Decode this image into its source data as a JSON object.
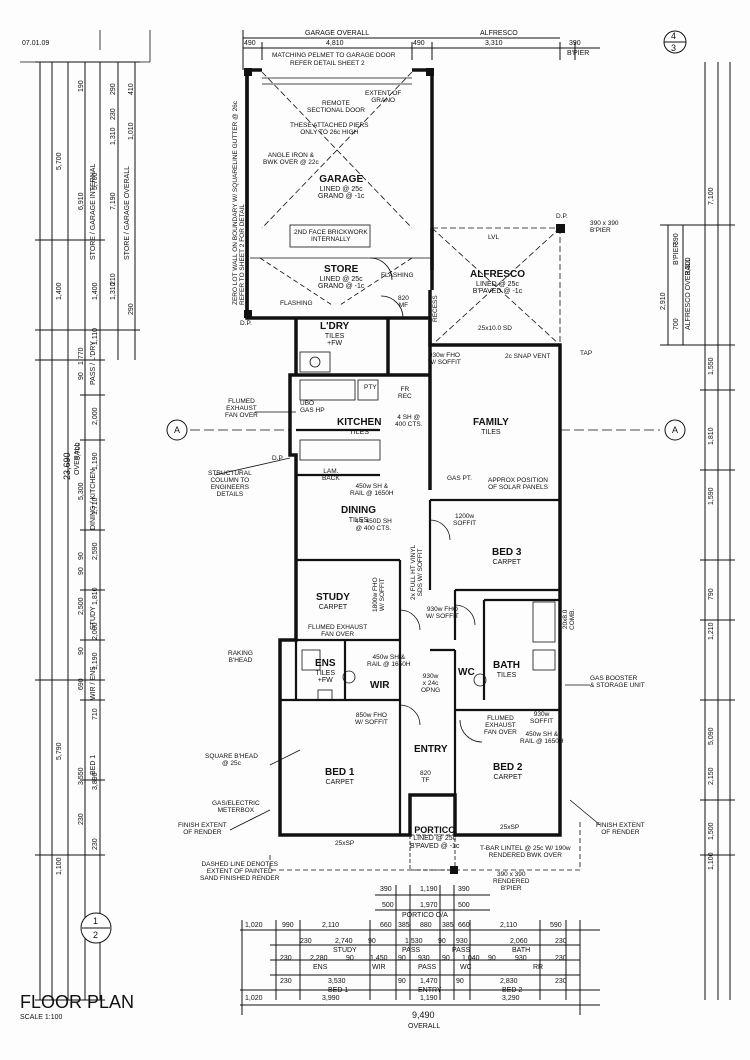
{
  "header": {
    "date": "07.01.09",
    "sheet_top": "4",
    "sheet_bottom": "3"
  },
  "section_marker": "A",
  "north_marker": {
    "top": "1",
    "bottom": "2"
  },
  "footer": {
    "title": "FLOOR PLAN",
    "scale": "SCALE 1:100"
  },
  "rooms": {
    "garage": {
      "name": "GARAGE",
      "lines": [
        "LINED @ 25c",
        "GRANO @ -1c"
      ]
    },
    "store": {
      "name": "STORE",
      "lines": [
        "LINED @ 25c",
        "GRANO @ -1c"
      ]
    },
    "alfresco": {
      "name": "ALFRESCO",
      "lines": [
        "LINED @ 25c",
        "B'PAVED @ -1c"
      ]
    },
    "laundry": {
      "name": "L'DRY",
      "lines": [
        "TILES",
        "+FW"
      ]
    },
    "kitchen": {
      "name": "KITCHEN",
      "lines": [
        "TILES"
      ]
    },
    "family": {
      "name": "FAMILY",
      "lines": [
        "TILES"
      ]
    },
    "dining": {
      "name": "DINING",
      "lines": [
        "TILES"
      ]
    },
    "bed3": {
      "name": "BED 3",
      "lines": [
        "CARPET"
      ]
    },
    "study": {
      "name": "STUDY",
      "lines": [
        "CARPET"
      ]
    },
    "ens": {
      "name": "ENS",
      "lines": [
        "TILES",
        "+FW"
      ]
    },
    "wir": {
      "name": "WIR",
      "lines": []
    },
    "wc": {
      "name": "WC",
      "lines": [
        "TILES"
      ]
    },
    "bath": {
      "name": "BATH",
      "lines": [
        "TILES"
      ]
    },
    "bed1": {
      "name": "BED 1",
      "lines": [
        "CARPET"
      ]
    },
    "entry": {
      "name": "ENTRY",
      "lines": []
    },
    "bed2": {
      "name": "BED 2",
      "lines": [
        "CARPET"
      ]
    },
    "portico": {
      "name": "PORTICO",
      "lines": [
        "LINED @ 25c",
        "B'PAVED @ -1c"
      ]
    }
  },
  "notes": {
    "matching_pelmet": "MATCHING PELMET TO GARAGE DOOR",
    "refer_detail": "REFER DETAIL SHEET 2",
    "remote_door": "REMOTE\nSECTIONAL DOOR",
    "attached_piers": "THESE ATTACHED PIERS\nONLY TO 26c HIGH",
    "extent_grano": "EXTENT OF\nGRANO",
    "angle_iron": "ANGLE IRON &\nBWK OVER @ 22c",
    "brickwork": "2ND FACE BRICKWORK\nINTERNALLY",
    "zero_lot": "ZERO LOT WALL ON BOUNDARY W/ SQUARELINE GUTTER @ 26c\nREFER TO SHEET 2 FOR DETAIL",
    "flashing": "FLASHING",
    "recess": "RECESS",
    "bpier_390": "390 x 390\nB'PIER",
    "alf_size": "25x10.0 SD",
    "snap_vent": "2c SNAP VENT",
    "tap": "TAP",
    "flumed_left": "FLUMED\nEXHAUST\nFAN OVER",
    "ubo": "UBO\nGAS HP",
    "pty": "PTY",
    "fr_rec": "FR\nREC",
    "sh_400": "4 SH @\n400 CTS.",
    "fho_930_top": "930w FHO\nW/ SOFFIT",
    "lam_back": "LAM.\nBACK",
    "structural_col": "STRUCTURAL\nCOLUMN TO\nENGINEERS\nDETAILS",
    "gas_pt": "GAS PT.",
    "solar": "APPROX POSITION\nOF SOLAR PANELS",
    "sh_450": "450w SH &\nRAIL @ 1650H",
    "sh_4x450": "4 x 450D SH\n@ 400 CTS.",
    "soffit_1200": "1200w\nSOFFIT",
    "vinyl": "2x FULL HT VINYL\nSDS W/ SOFFIT",
    "fho_1800": "1800w FHO\nW/ SOFFIT",
    "flumed_study": "FLUMED EXHAUST\nFAN OVER",
    "fho_930_mid": "930w FHO\nW/ SOFFIT",
    "raking": "RAKING\nB'HEAD",
    "sh_450_ens": "450w SH &\nRAIL @ 1650H",
    "fho_850": "850w FHO\nW/ SOFFIT",
    "opng_930": "930w\nx 24c\nOPNG",
    "flumed_bath": "FLUMED\nEXHAUST\nFAN OVER",
    "sh_450_bed2": "450w SH &\nRAIL @ 1650H",
    "soffit_930": "930w\nSOFFIT",
    "gas_booster": "GAS BOOSTER\n& STORAGE UNIT",
    "square_bhead": "SQUARE B'HEAD\n@ 25c",
    "meterbox": "GAS/ELECTRIC\nMETERBOX",
    "finish_left": "FINISH EXTENT\nOF RENDER",
    "finish_right": "FINISH EXTENT\nOF RENDER",
    "dashed": "DASHED LINE DENOTES\nEXTENT OF PAINTED\nSAND FINISHED RENDER",
    "tbar": "T-BAR LINTEL @ 25c W/ 190w\nRENDERED BWK OVER",
    "rendered_pier": "390 x 390\nRENDERED\nB'PIER",
    "comb": "20x8.0\nCOMB.",
    "lvl": "LVL",
    "dp": "D.P.",
    "mf": "820\nMF",
    "tf": "820\nTF",
    "sp_25": "25xSP",
    "sp_25_2": "25xSP"
  },
  "dimensions_top": {
    "garage_overall": "GARAGE OVERALL",
    "alfresco_label": "ALFRESCO",
    "d490a": "490",
    "d4810": "4,810",
    "d490b": "490",
    "d3310": "3,310",
    "d390": "390",
    "bpier": "B'PIER"
  },
  "dimensions_bottom": {
    "row1": [
      "390",
      "1,190",
      "390"
    ],
    "row2": [
      "500",
      "1,970",
      "500"
    ],
    "portico_oa": "PORTICO O/A",
    "row3": [
      "1,020",
      "990",
      "2,110",
      "660",
      "385",
      "880",
      "385",
      "660",
      "2,110",
      "590"
    ],
    "row4": [
      "230",
      "2,740",
      "90",
      "1,530",
      "90",
      "930",
      "2,060",
      "230"
    ],
    "row4_labels": [
      "STUDY",
      "PASS",
      "PASS",
      "BATH"
    ],
    "row5": [
      "230",
      "2,280",
      "90",
      "1,450",
      "90",
      "930",
      "90",
      "1,040",
      "90",
      "930",
      "230"
    ],
    "row5_labels": [
      "ENS",
      "WIR",
      "PASS",
      "WC",
      "RR"
    ],
    "row6": [
      "230",
      "3,530",
      "90",
      "1,470",
      "90",
      "2,830",
      "230"
    ],
    "row6_labels": [
      "BED 1",
      "ENTRY",
      "BED 2"
    ],
    "row7": [
      "1,020",
      "3,990",
      "1,190",
      "3,290"
    ],
    "overall": "9,490",
    "overall_label": "OVERALL"
  },
  "dimensions_left": {
    "overall": "23,690",
    "overall_label": "OVERALL",
    "d5700": "5,700",
    "d1400": "1,400",
    "d9700": "9,700",
    "d5790": "5,790",
    "d1100": "1,100",
    "store_garage_internal": "STORE / GARAGE INTERNAL",
    "store_garage_overall": "STORE / GARAGE OVERALL",
    "dining_kitchen": "DINING / KITCHEN",
    "pass_ldry": "PASS / L'DRY",
    "study_label": "STUDY",
    "wir_ens": "WIR / ENS",
    "bed1_label": "BED 1",
    "inner": [
      "190",
      "5,700",
      "6,910",
      "7,190",
      "1,310",
      "290",
      "410",
      "230",
      "1,010",
      "210",
      "290",
      "1,400",
      "1,310",
      "1,770",
      "90",
      "1,110",
      "2,000",
      "5,300",
      "1,190",
      "1,710",
      "90",
      "2,590",
      "2,500",
      "1,810",
      "90",
      "2,000",
      "1,190",
      "90",
      "690",
      "710",
      "3,550",
      "3,890",
      "230",
      "230"
    ]
  },
  "dimensions_right": {
    "alfresco_overall": "ALFRESCO OVERALL",
    "bpier": "B'PIER",
    "d7100": "7,100",
    "d3300": "3,300",
    "d2910": "2,910",
    "d390": "390",
    "d700": "700",
    "d1550": "1,550",
    "d1810": "1,810",
    "d1590": "1,590",
    "d1210": "1,210",
    "d790": "790",
    "d5090": "5,090",
    "d2150": "2,150",
    "d1500": "1,500",
    "d1100": "1,100"
  }
}
